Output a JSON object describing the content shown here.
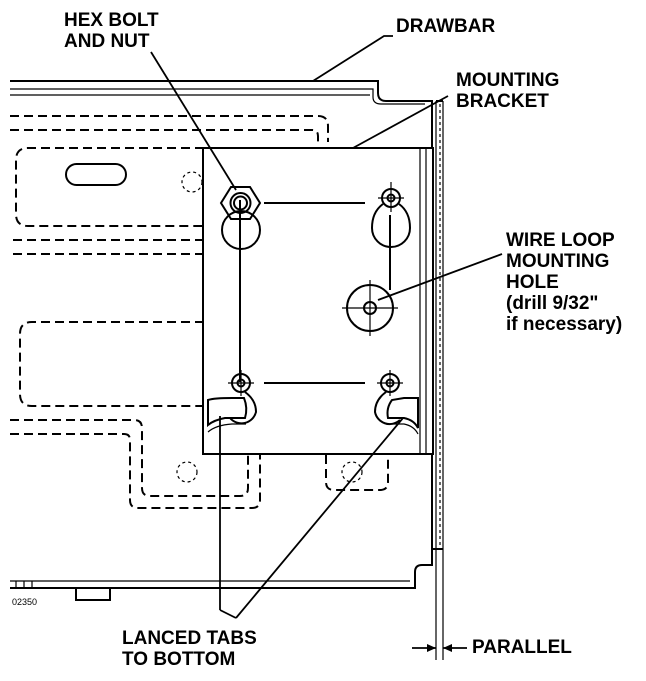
{
  "labels": {
    "hex_bolt": [
      "HEX BOLT",
      "AND NUT"
    ],
    "drawbar": "DRAWBAR",
    "mounting_bracket": [
      "MOUNTING",
      "BRACKET"
    ],
    "wire_loop": [
      "WIRE LOOP",
      "MOUNTING",
      "HOLE",
      "(drill 9/32\"",
      "if necessary)"
    ],
    "lanced_tabs": [
      "LANCED TABS",
      "TO BOTTOM"
    ],
    "parallel": "PARALLEL",
    "figure_code": "02350"
  }
}
